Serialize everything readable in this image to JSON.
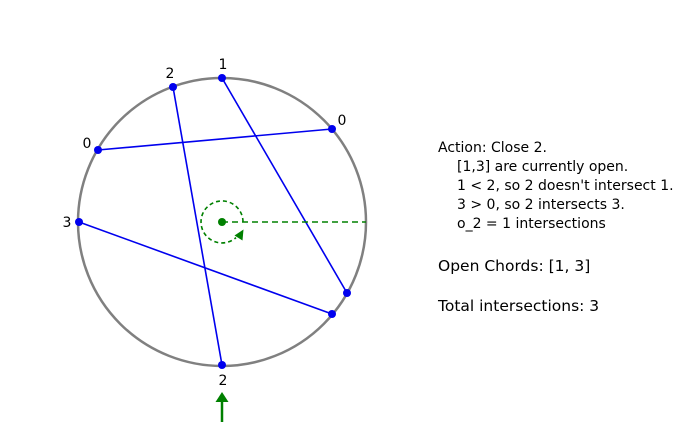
{
  "diagram": {
    "endpoint_labels": [
      "2",
      "1",
      "0",
      "0",
      "3",
      "2"
    ],
    "colors": {
      "circle": "#808080",
      "chord": "#0000ee",
      "marker": "#008000"
    }
  },
  "panel": {
    "action": "Action: Close 2.",
    "lines": [
      "[1,3] are currently open.",
      "1 < 2, so 2 doesn't intersect 1.",
      "3 > 0, so 2 intersects 3.",
      "o_2 = 1 intersections"
    ],
    "open_chords": "Open Chords: [1, 3]",
    "total": "Total intersections: 3"
  }
}
